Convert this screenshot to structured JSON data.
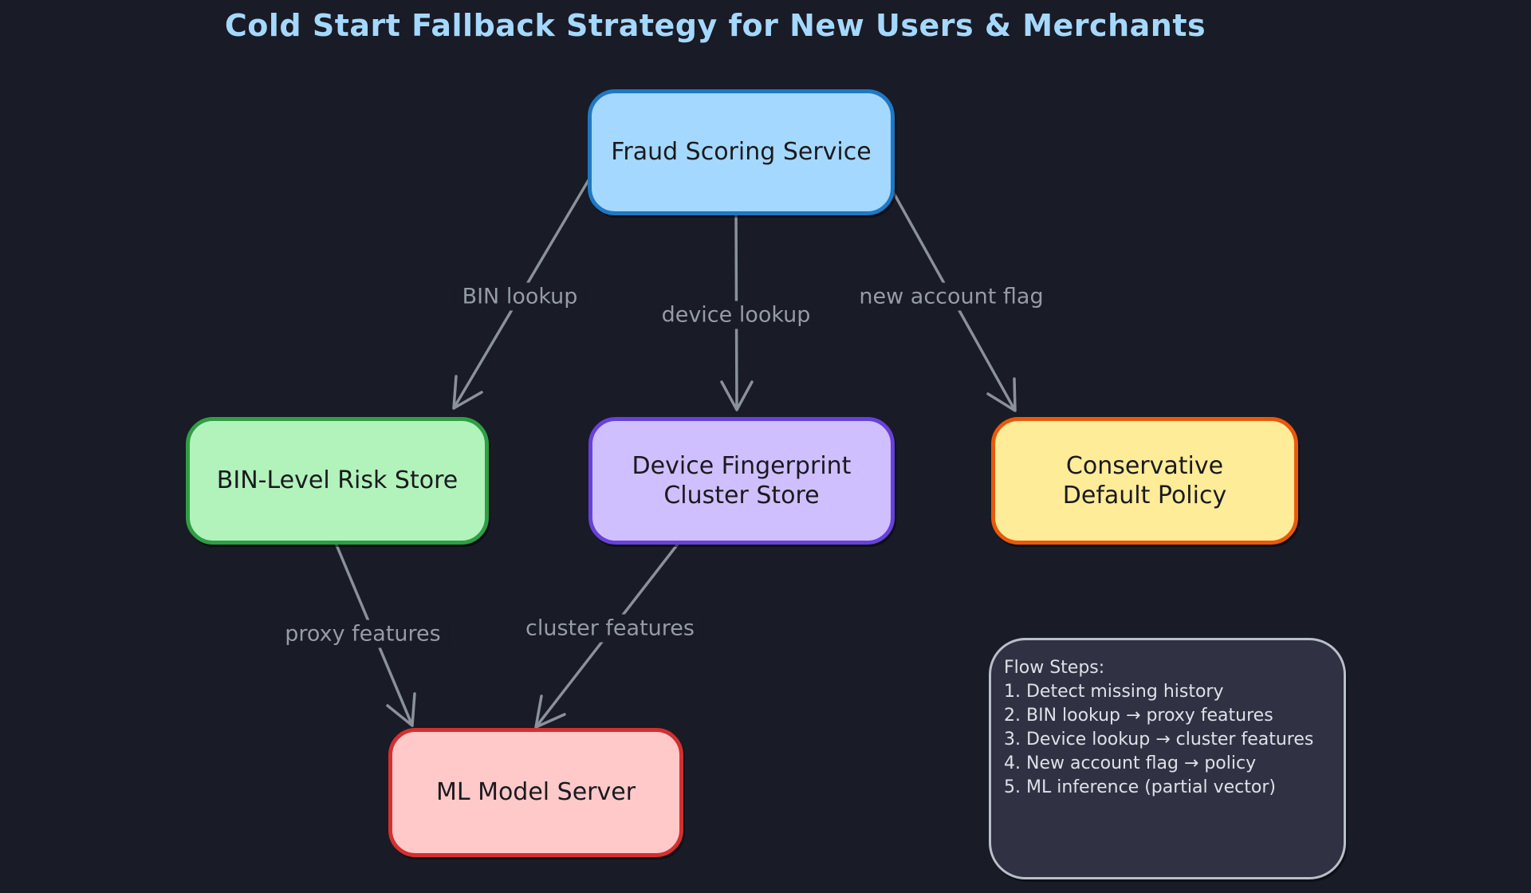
{
  "title": "Cold Start Fallback Strategy for New Users & Merchants",
  "colors": {
    "background": "#191b26",
    "title_text": "#a5d8ff",
    "edge_stroke": "#8a919b",
    "edge_label_text": "#959ca6",
    "node_text": "#1a1a1f",
    "flow_panel_fill": "#303244",
    "flow_panel_border": "#b9bfca",
    "flow_panel_text": "#dde1e7"
  },
  "nodes": {
    "fraud_scoring": {
      "label": "Fraud Scoring Service",
      "fill": "#a5d8ff",
      "stroke": "#1f78c4"
    },
    "bin_risk": {
      "label": "BIN-Level Risk Store",
      "fill": "#b2f2bb",
      "stroke": "#2f9e44"
    },
    "device_cluster": {
      "label": "Device Fingerprint\nCluster Store",
      "fill": "#d0bfff",
      "stroke": "#6741d9"
    },
    "default_policy": {
      "label": "Conservative\nDefault Policy",
      "fill": "#ffec99",
      "stroke": "#e8590c"
    },
    "ml_server": {
      "label": "ML Model Server",
      "fill": "#ffc9c9",
      "stroke": "#d33030"
    }
  },
  "edges": {
    "bin_lookup": {
      "label": "BIN lookup",
      "from": "Fraud Scoring Service",
      "to": "BIN-Level Risk Store"
    },
    "device_lookup": {
      "label": "device lookup",
      "from": "Fraud Scoring Service",
      "to": "Device Fingerprint Cluster Store"
    },
    "new_account_flag": {
      "label": "new account flag",
      "from": "Fraud Scoring Service",
      "to": "Conservative Default Policy"
    },
    "proxy_features": {
      "label": "proxy features",
      "from": "BIN-Level Risk Store",
      "to": "ML Model Server"
    },
    "cluster_features": {
      "label": "cluster features",
      "from": "Device Fingerprint Cluster Store",
      "to": "ML Model Server"
    }
  },
  "flow_steps": {
    "heading": "Flow Steps:",
    "items": [
      "1. Detect missing history",
      "2. BIN lookup → proxy features",
      "3. Device lookup → cluster features",
      "4. New account flag → policy",
      "5. ML inference (partial vector)"
    ]
  }
}
